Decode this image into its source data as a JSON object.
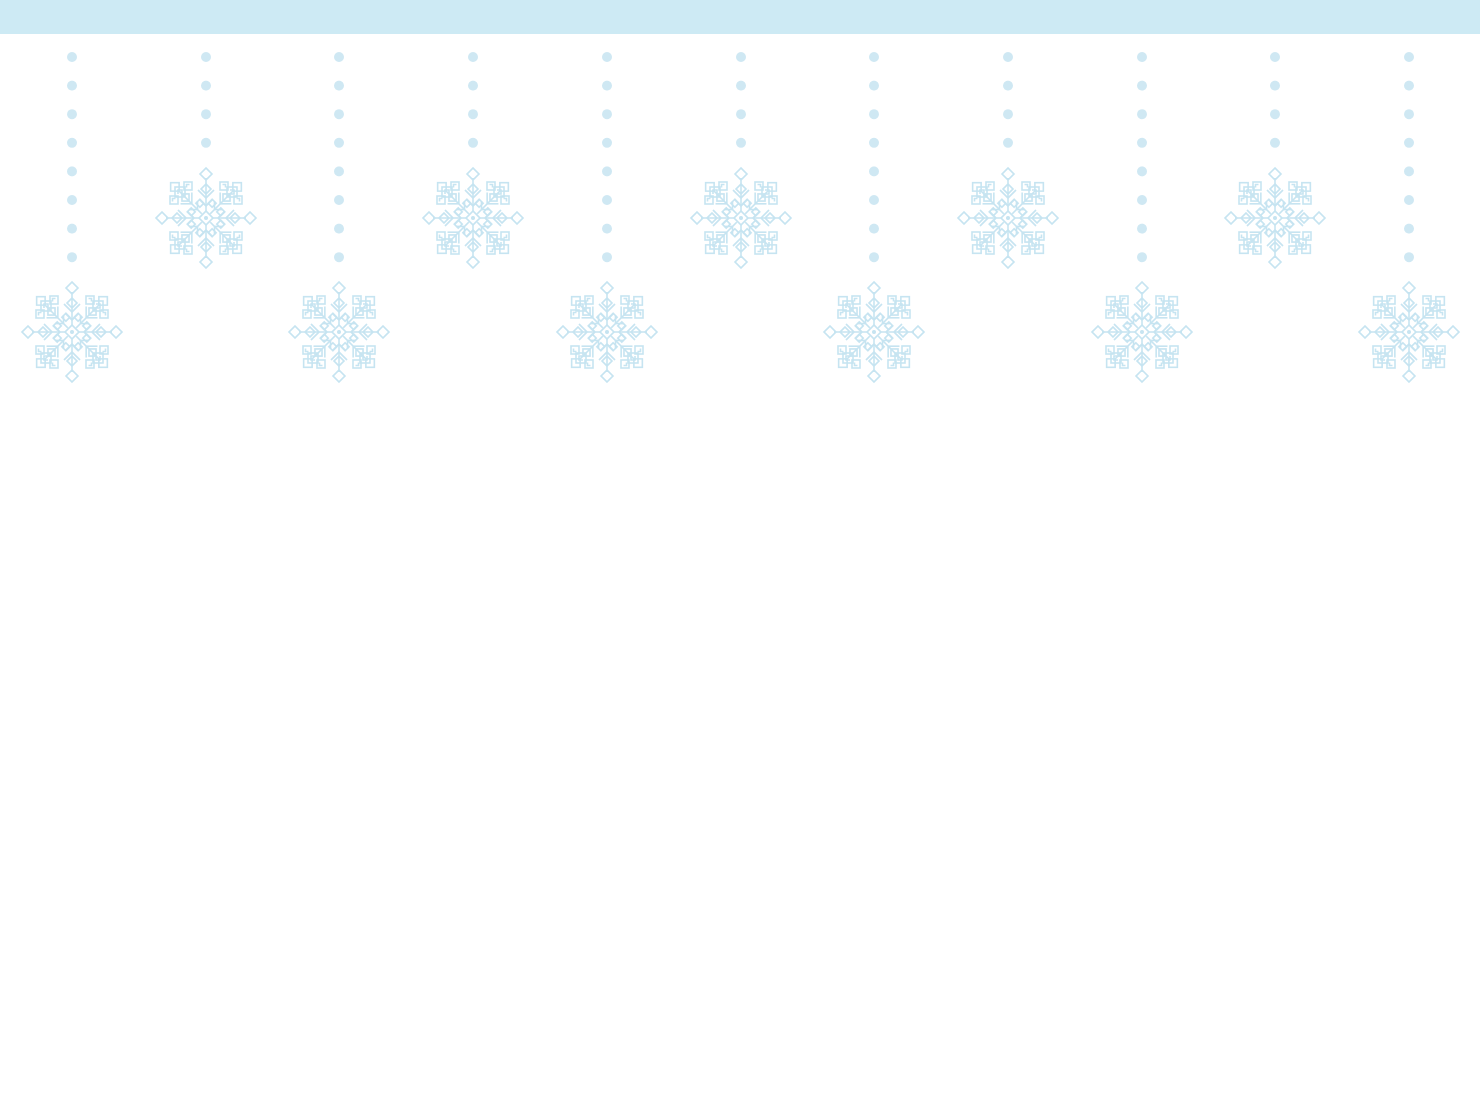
{
  "colors": {
    "background": "#ffffff",
    "band": "#cdeaf4",
    "ornament": "#cfe8f3",
    "ornament_stroke": "#c6e4f1"
  },
  "garland": {
    "strand_count": 11,
    "ornament_icon": "snowflake-icon",
    "bead_icon": "bead-dot",
    "strands": [
      {
        "length": "long"
      },
      {
        "length": "short"
      },
      {
        "length": "long"
      },
      {
        "length": "short"
      },
      {
        "length": "long"
      },
      {
        "length": "short"
      },
      {
        "length": "long"
      },
      {
        "length": "short"
      },
      {
        "length": "long"
      },
      {
        "length": "short"
      },
      {
        "length": "long"
      }
    ]
  }
}
